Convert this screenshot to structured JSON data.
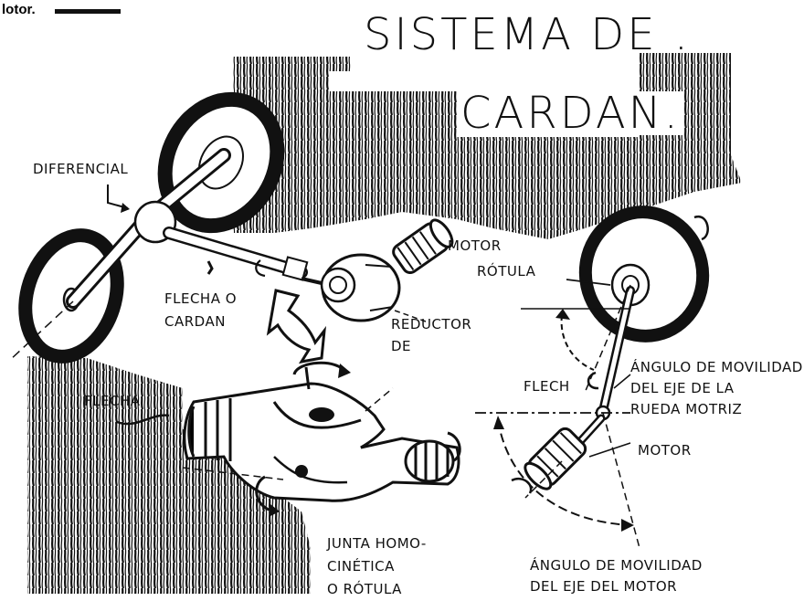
{
  "header": {
    "corner_text": "lotor.",
    "title_line1": "SISTEMA DE .",
    "title_line2": "CARDAN."
  },
  "labels": {
    "diferencial": "DIFERENCIAL",
    "flecha_o": "FLECHA O",
    "cardan": "CARDAN",
    "motor_top": "MOTOR",
    "rotula": "RÓTULA",
    "reductor": "REDUCTOR",
    "de": "DE",
    "flecha_left": "FLECHA",
    "flech": "FLECH",
    "angulo1_l1": "ÁNGULO DE MOVILIDAD",
    "angulo1_l2": "DEL EJE DE LA",
    "angulo1_l3": "RUEDA MOTRIZ",
    "motor_right": "MOTOR",
    "junta_l1": "JUNTA HOMO-",
    "junta_l2": "CINÉTICA",
    "junta_l3": "O RÓTULA",
    "angulo2_l1": "ÁNGULO DE MOVILIDAD",
    "angulo2_l2": "DEL EJE DEL MOTOR"
  },
  "colors": {
    "ink": "#111111",
    "paper": "#ffffff"
  }
}
